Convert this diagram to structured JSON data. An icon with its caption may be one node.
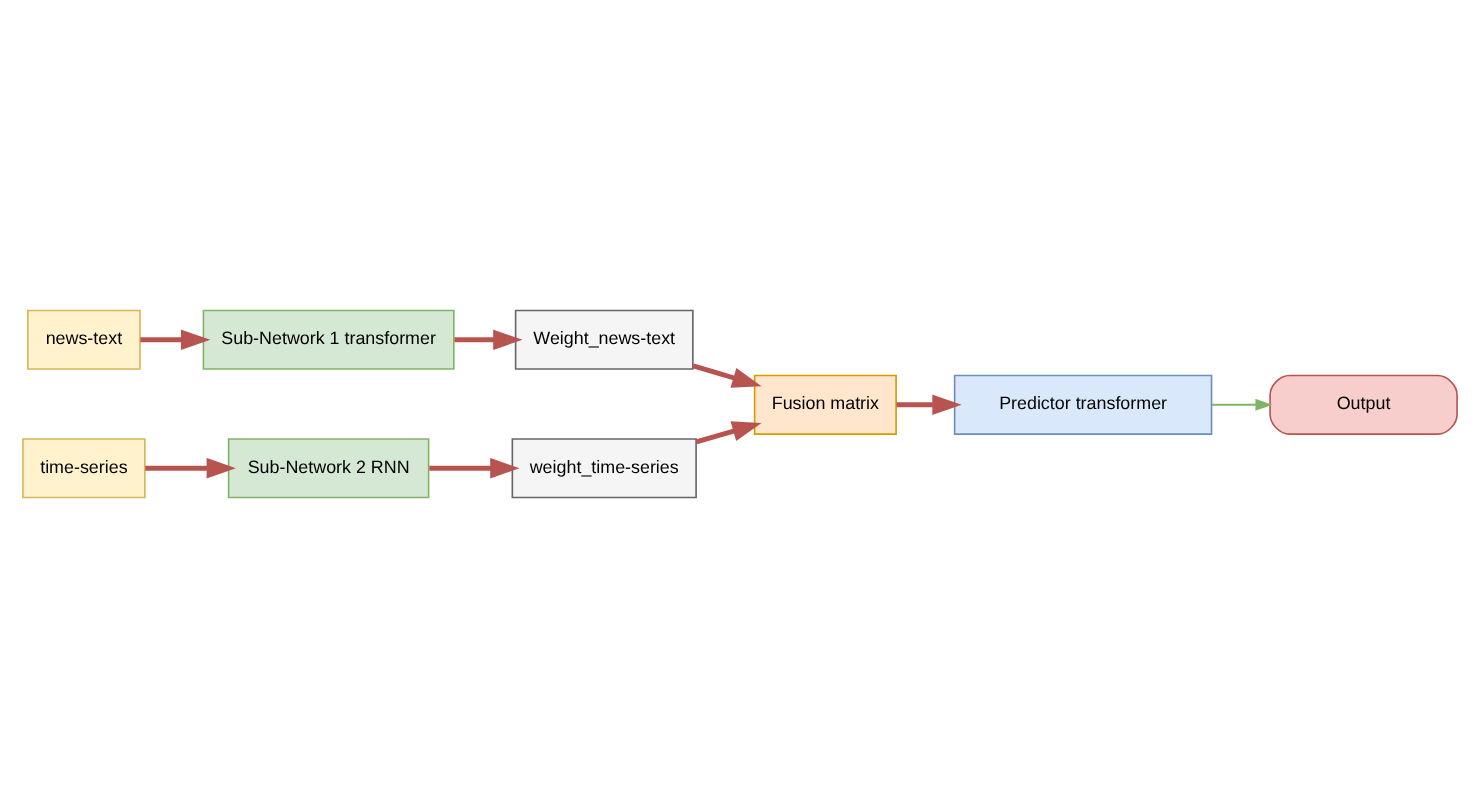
{
  "diagram": {
    "nodes": [
      {
        "text": [
          "news-text"
        ]
      },
      {
        "text": [
          "time-series"
        ]
      },
      {
        "text": [
          "Sub-Network 1 transformer"
        ]
      },
      {
        "text": [
          "Sub-Network 2 RNN"
        ]
      },
      {
        "text": [
          "Weight_news-text"
        ]
      },
      {
        "text": [
          "weight_time-series"
        ]
      },
      {
        "text": [
          "Fusion matrix"
        ]
      },
      {
        "text": [
          "Predictor transformer"
        ]
      },
      {
        "text": [
          "Output"
        ]
      }
    ],
    "edges": [
      {
        "from": 0,
        "to": 2,
        "arrow": "to"
      },
      {
        "from": 2,
        "to": 4,
        "arrow": "to"
      },
      {
        "from": 1,
        "to": 3,
        "arrow": "to"
      },
      {
        "from": 3,
        "to": 5,
        "arrow": "to"
      },
      {
        "from": 4,
        "to": 6,
        "arrow": "to"
      },
      {
        "from": 5,
        "to": 6,
        "arrow": "to"
      },
      {
        "from": 6,
        "to": 7,
        "arrow": "to"
      },
      {
        "from": 7,
        "to": 8,
        "arrow": "to",
        "color": "#82b366"
      }
    ]
  }
}
